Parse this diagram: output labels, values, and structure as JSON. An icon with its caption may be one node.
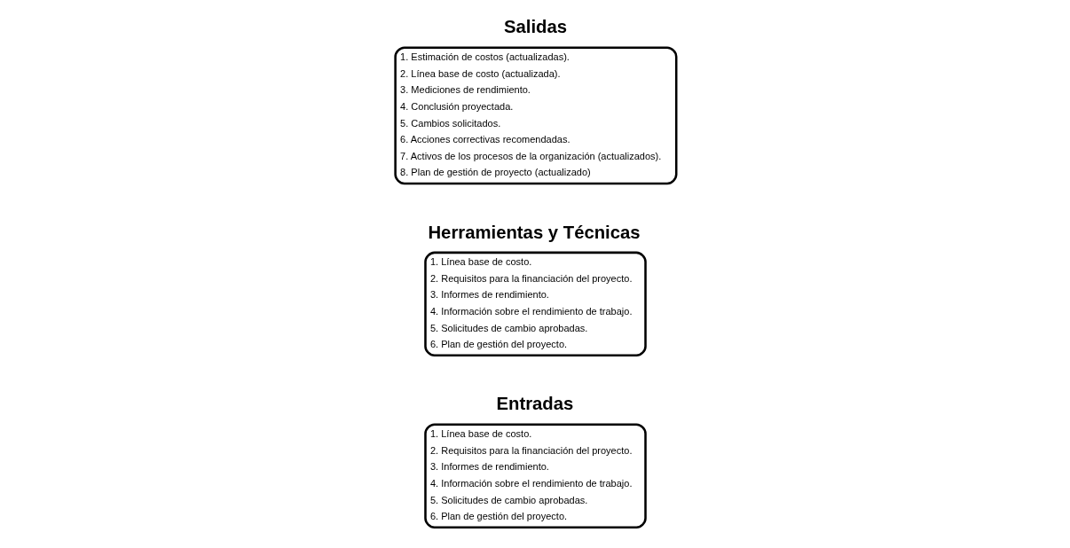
{
  "diagram": {
    "nodes": [
      {
        "text": [
          "Entradas",
          "1. Línea base de costo.",
          "2. Requisitos para la financiación del proyecto.",
          "3. Informes de rendimiento.",
          "4. Información sobre el rendimiento de trabajo.",
          "5. Solicitudes de cambio aprobadas.",
          "6. Plan de gestión del proyecto."
        ]
      },
      {
        "text": [
          "Herramientas y Técnicas",
          "1. Línea base de costo.",
          "2. Requisitos para la financiación del proyecto.",
          "3. Informes de rendimiento.",
          "4. Información sobre el rendimiento de trabajo.",
          "5. Solicitudes de cambio aprobadas.",
          "6. Plan de gestión del proyecto."
        ]
      },
      {
        "text": [
          "Salidas",
          "1. Estimación de costos (actualizadas).",
          "2. Línea base de costo (actualizada).",
          "3. Mediciones de rendimiento.",
          "4. Conclusión proyectada.",
          "5. Cambios solicitados.",
          "6. Acciones correctivas recomendadas.",
          "7. Activos de los procesos de la organización (actualizados).",
          "8. Plan de gestión de proyecto (actualizado)"
        ]
      }
    ],
    "edges": []
  }
}
